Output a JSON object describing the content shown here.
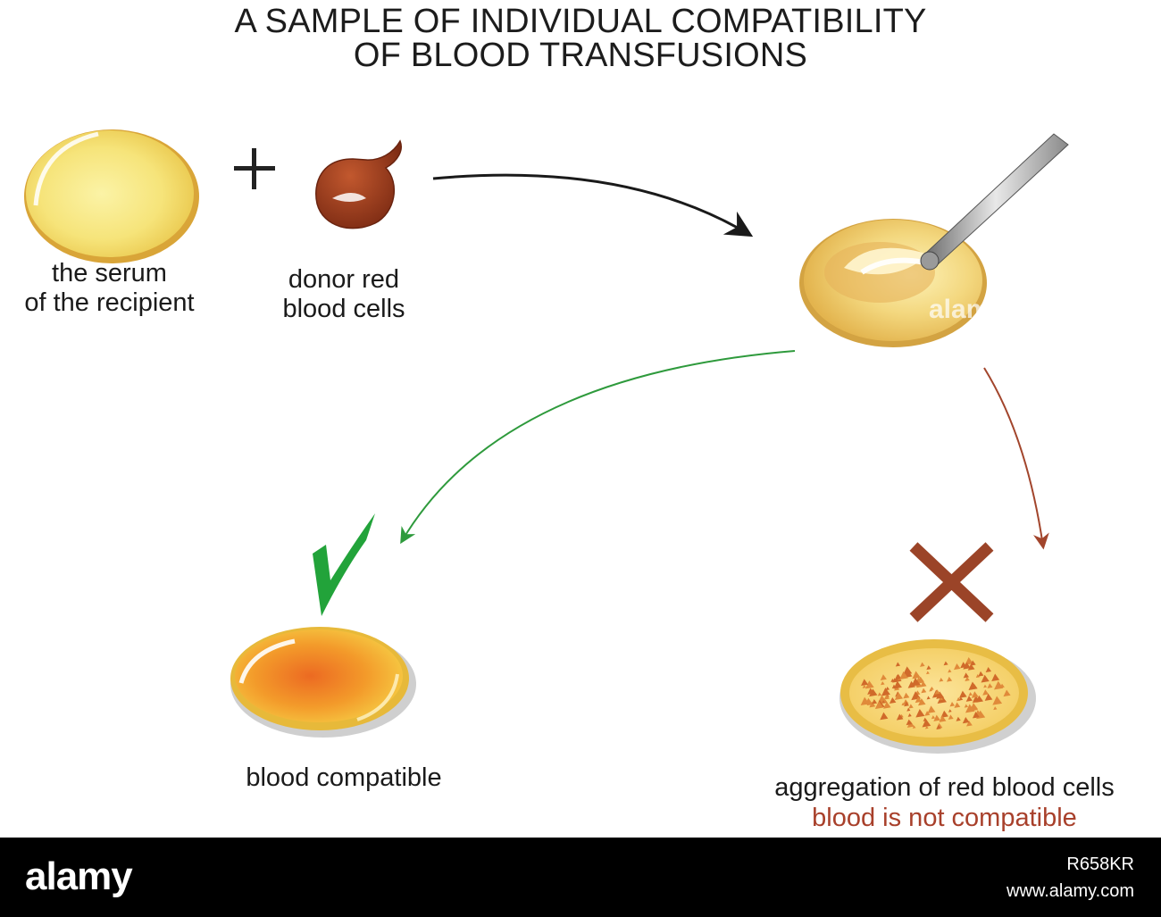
{
  "title": {
    "line1": "A SAMPLE OF INDIVIDUAL COMPATIBILITY",
    "line2": "OF BLOOD TRANSFUSIONS"
  },
  "labels": {
    "serum_line1": "the serum",
    "serum_line2": "of the recipient",
    "donor_line1": "donor red",
    "donor_line2": "blood cells",
    "compatible": "blood compatible",
    "aggregation": "aggregation of red blood cells",
    "not_compatible": "blood is not compatible"
  },
  "footer": {
    "logo": "alamy",
    "image_id": "R658KR",
    "url": "www.alamy.com"
  },
  "watermark": "alamy",
  "colors": {
    "arrow_black": "#1a1a1a",
    "arrow_green": "#2e9a3c",
    "arrow_brown": "#a2452c",
    "check": "#22a33a",
    "cross": "#9b4428",
    "not_compatible_text": "#a8402b"
  },
  "icons": [
    "plus-icon",
    "check-icon",
    "cross-icon",
    "glass-rod-icon"
  ]
}
